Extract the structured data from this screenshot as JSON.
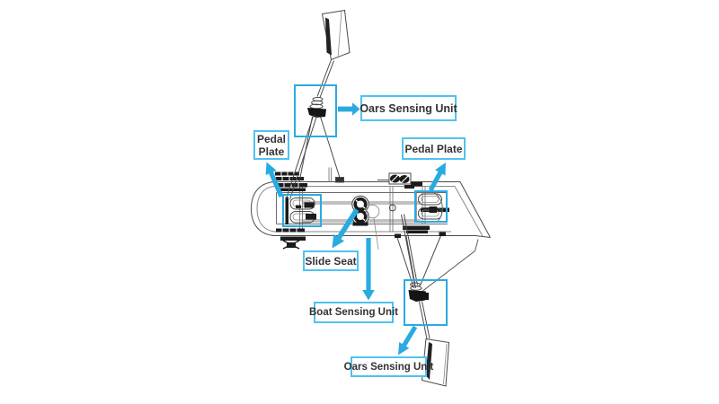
{
  "figure": {
    "kind": "annotated line drawing",
    "annotations": {
      "oars_sensing_top": {
        "label": "Oars Sensing Unit"
      },
      "pedal_plate_left": {
        "label": "Pedal Plate",
        "lines": [
          "Pedal",
          "Plate"
        ]
      },
      "pedal_plate_right": {
        "label": "Pedal Plate"
      },
      "slide_seat": {
        "label": "Slide Seat"
      },
      "boat_sensing": {
        "label": "Boat Sensing Unit"
      },
      "oars_sensing_bottom": {
        "label": "Oars Sensing Unit"
      }
    },
    "colors": {
      "background": "#ffffff",
      "annotation_blue": "#29abe2",
      "label_border_blue": "#4fc2f0",
      "label_text": "#333333",
      "line_art": "#4a4a4a"
    }
  }
}
